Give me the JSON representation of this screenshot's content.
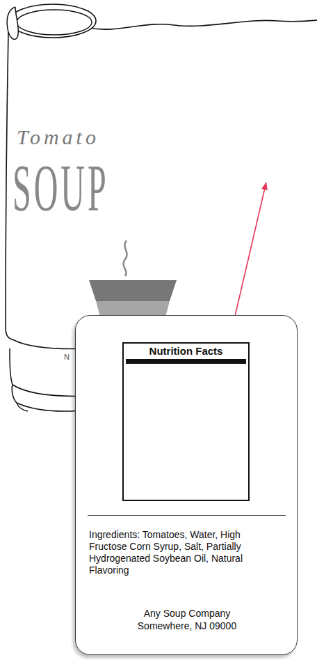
{
  "diagram": {
    "nodes": [
      {
        "text": [
          "Tomato",
          "SOUP"
        ]
      },
      {
        "text": [
          "Ingredients: Tomatoes, Water, High Fructose Corn Syrup, Salt, Partially Hydrogenated Soybean Oil, Natural Flavoring",
          "Any Soup Company Somewhere, NJ 09000"
        ]
      },
      {
        "text": [
          "Nutrition Facts"
        ],
        "in": 1
      }
    ],
    "edges": [
      {
        "from": 1,
        "to": 0,
        "arrow": "to"
      }
    ],
    "labels": [
      "N"
    ]
  }
}
